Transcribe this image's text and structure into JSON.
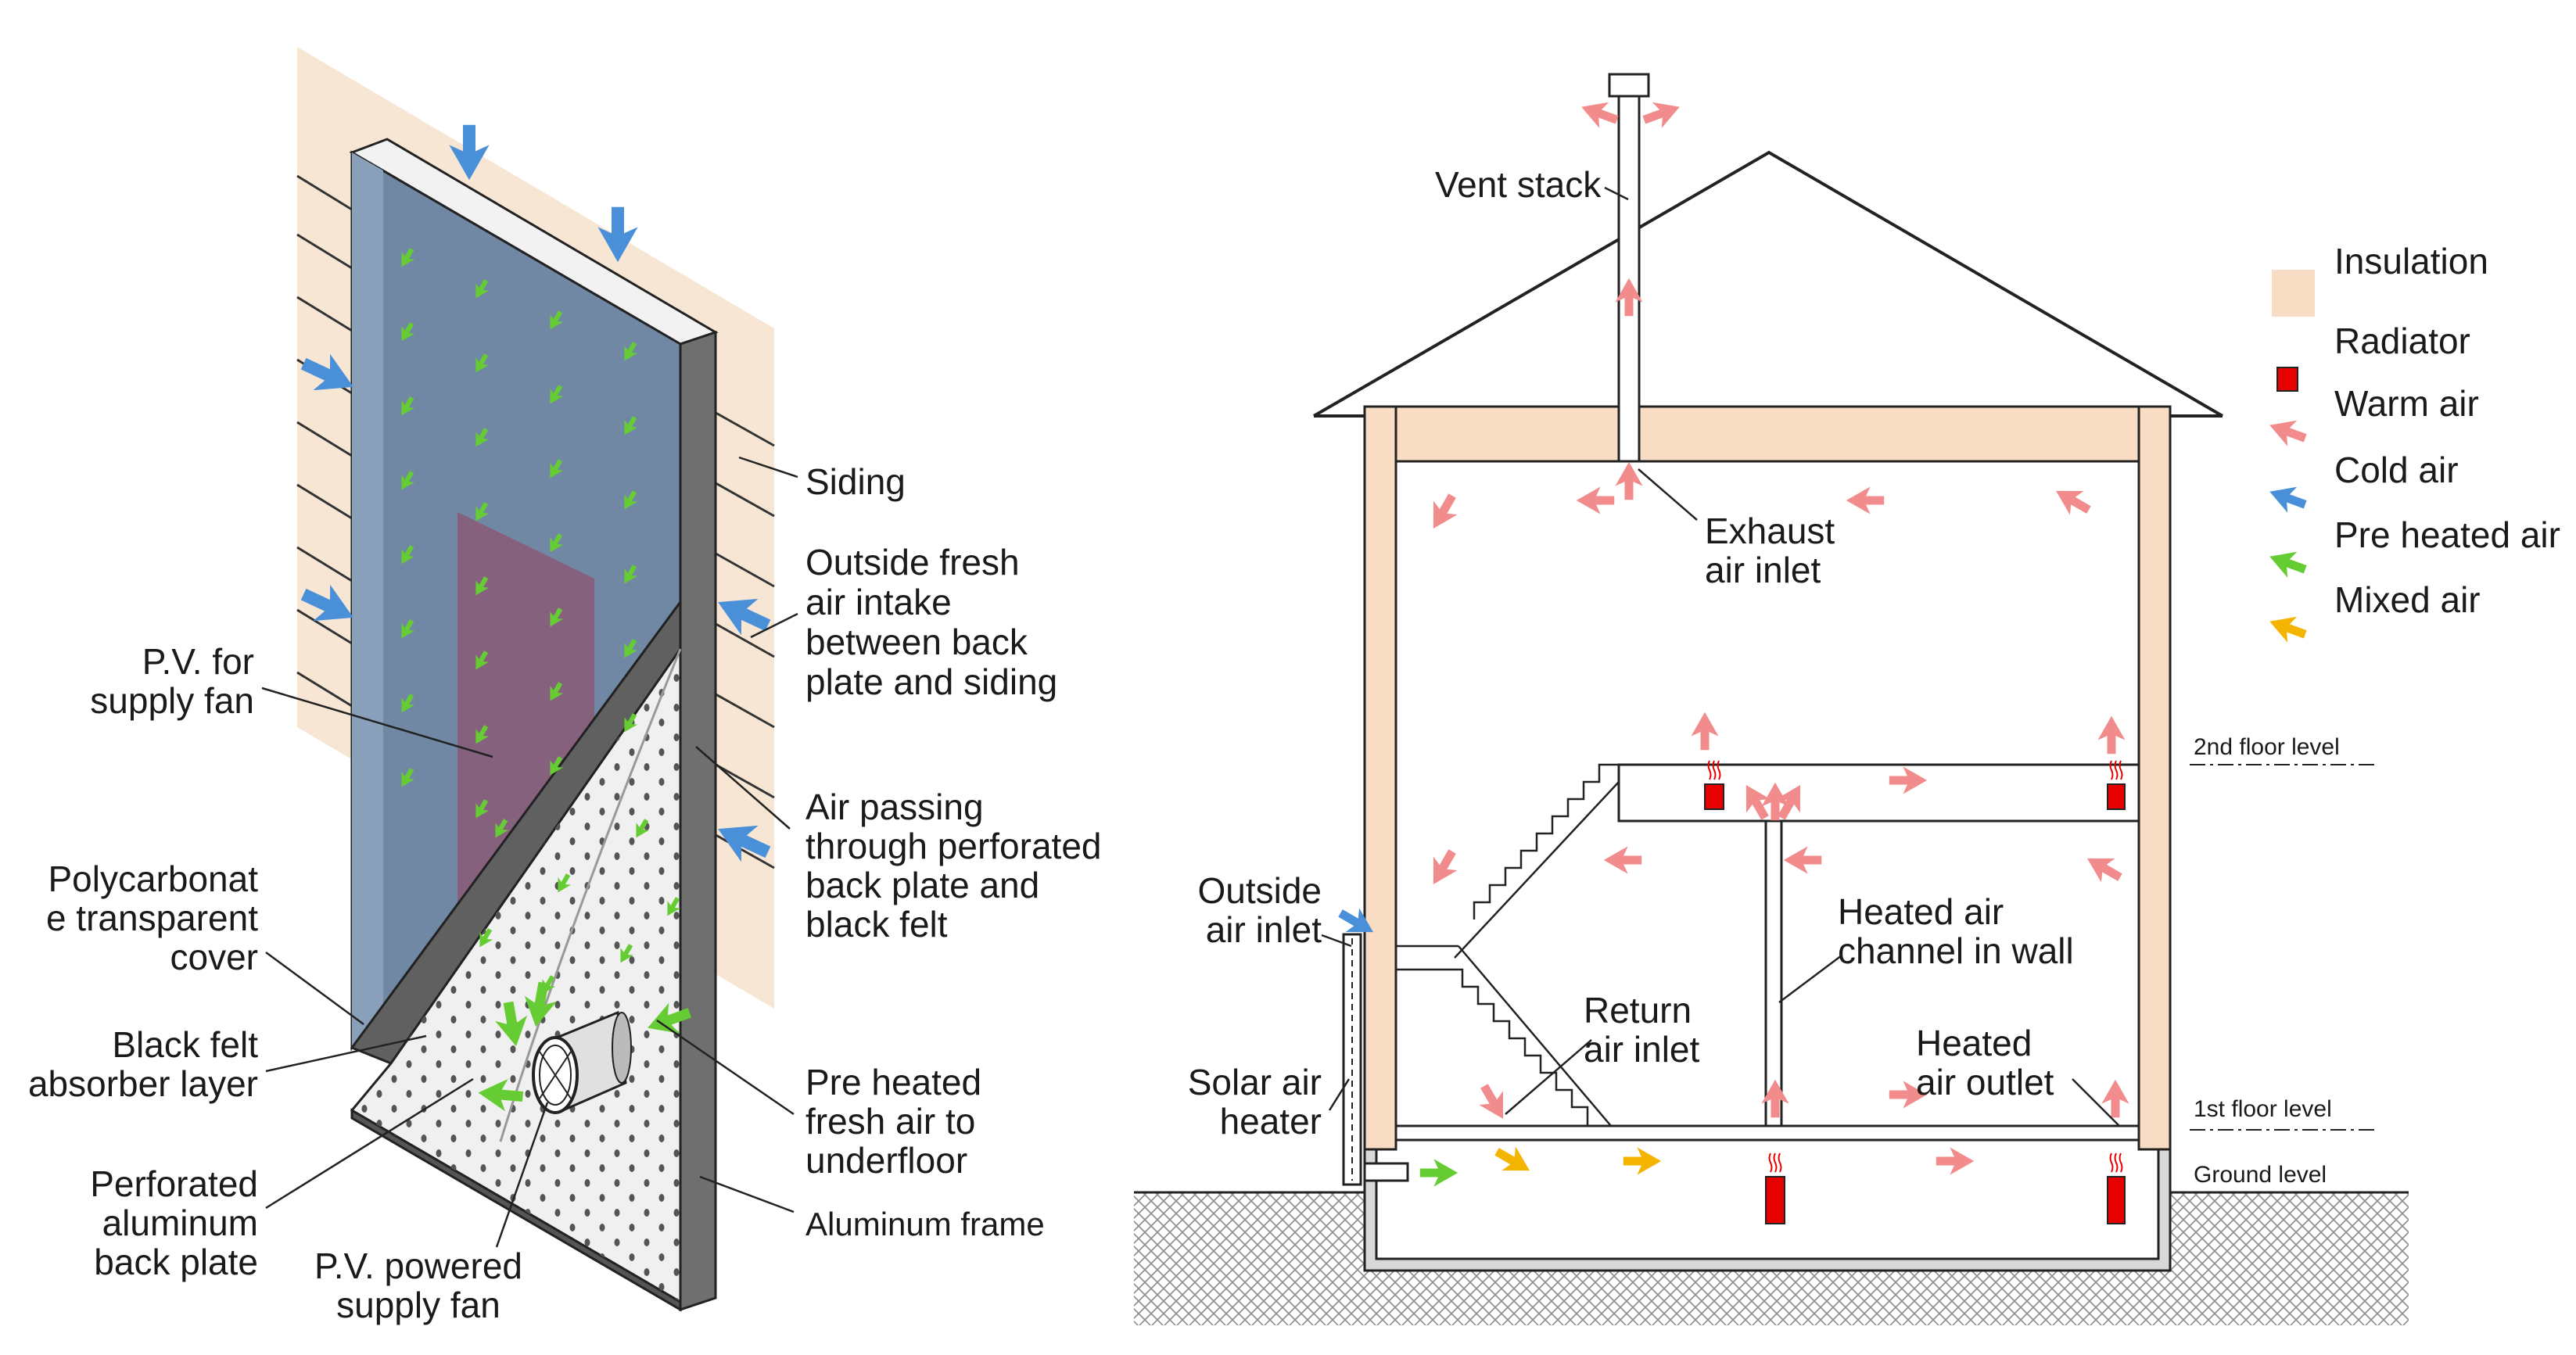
{
  "left_panel": {
    "labels": {
      "siding": "Siding",
      "intake": [
        "Outside fresh",
        "air intake",
        "between back",
        "plate and siding"
      ],
      "pv_supply": [
        "P.V. for",
        "supply fan"
      ],
      "air_passing": [
        "Air passing",
        "through perforated",
        "back plate and",
        "black felt"
      ],
      "polycarbonate": [
        "Polycarbonat",
        "e transparent",
        "cover"
      ],
      "black_felt": [
        "Black felt",
        "absorber layer"
      ],
      "preheated": [
        "Pre heated",
        "fresh air to",
        "underfloor"
      ],
      "perforated": [
        "Perforated",
        "aluminum",
        "back plate"
      ],
      "aluminum_frame": "Aluminum frame",
      "pv_fan": [
        "P.V. powered",
        "supply fan"
      ]
    }
  },
  "right_panel": {
    "labels": {
      "vent_stack": "Vent stack",
      "exhaust": [
        "Exhaust",
        "air inlet"
      ],
      "outside_inlet": [
        "Outside",
        "air inlet"
      ],
      "heated_channel": [
        "Heated air",
        "channel in wall"
      ],
      "return_inlet": [
        "Return",
        "air inlet"
      ],
      "solar_heater": [
        "Solar air",
        "heater"
      ],
      "heated_outlet": [
        "Heated",
        "air outlet"
      ],
      "floor2": "2nd floor level",
      "floor1": "1st floor level",
      "ground": "Ground level"
    },
    "legend": [
      {
        "key": "insulation",
        "label": "Insulation",
        "color": "#f9dcc4"
      },
      {
        "key": "radiator",
        "label": "Radiator",
        "color": "#e60000"
      },
      {
        "key": "warm",
        "label": "Warm air",
        "color": "#f28b8b"
      },
      {
        "key": "cold",
        "label": "Cold air",
        "color": "#4a90d9"
      },
      {
        "key": "preheated",
        "label": "Pre heated air",
        "color": "#66cc33"
      },
      {
        "key": "mixed",
        "label": "Mixed air",
        "color": "#f5b400"
      }
    ]
  }
}
